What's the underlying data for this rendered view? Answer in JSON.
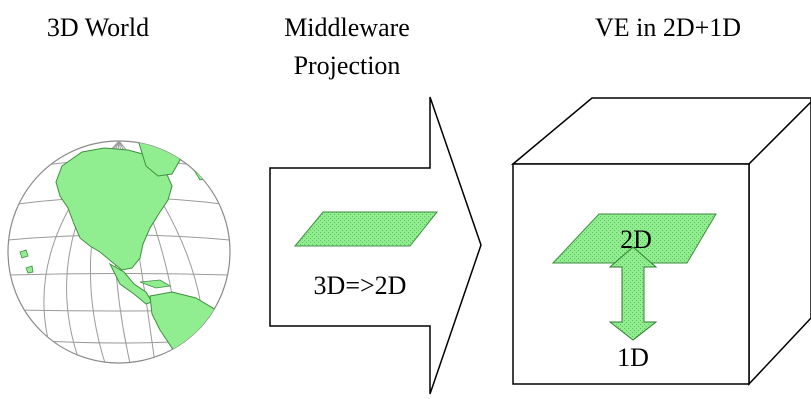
{
  "headings": {
    "world": "3D World",
    "middleware_line1": "Middleware",
    "middleware_line2": "Projection",
    "ve": "VE in 2D+1D"
  },
  "labels": {
    "projection": "3D=>2D",
    "plane_2d": "2D",
    "axis_1d": "1D"
  },
  "colors": {
    "land_fill": "#90ee90",
    "land_stroke": "#3f8f3f",
    "grid_line": "#8a8a8a",
    "outline": "#000000",
    "plane_fill": "#90ee90",
    "arrow_fill": "#90ee90",
    "arrow_stroke": "#2f7f2f"
  },
  "icons": {
    "globe": "globe-icon",
    "arrow": "right-arrow-icon",
    "cube": "cube-icon",
    "double_arrow": "vertical-double-arrow-icon"
  }
}
